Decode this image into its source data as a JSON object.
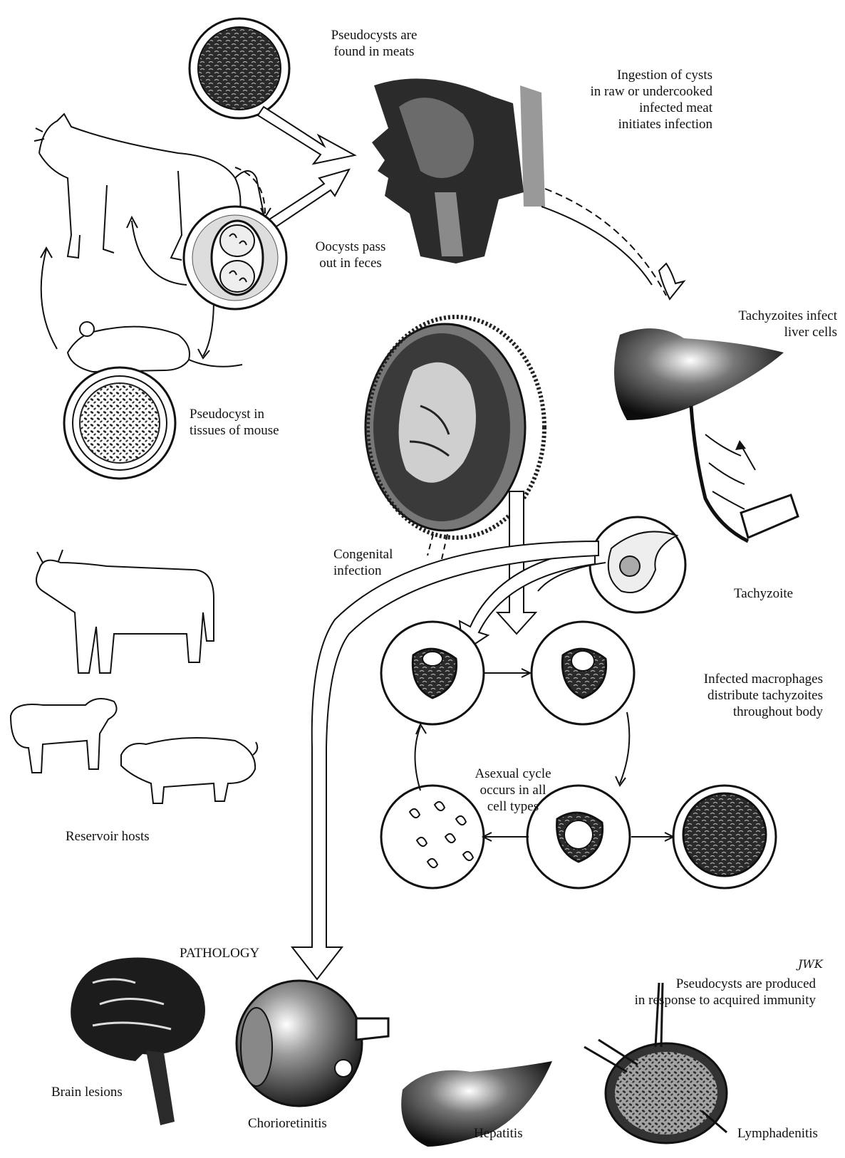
{
  "labels": {
    "pseudocysts_meats": "Pseudocysts are\nfound in meats",
    "ingestion": "Ingestion of cysts\nin raw or undercooked\ninfected meat\ninitiates infection",
    "oocysts": "Oocysts pass\nout in feces",
    "tachyzoites_liver": "Tachyzoites infect\nliver cells",
    "pseudocyst_mouse": "Pseudocyst in\ntissues of mouse",
    "congenital": "Congenital\ninfection",
    "tachyzoite": "Tachyzoite",
    "macrophages": "Infected macrophages\ndistribute tachyzoites\nthroughout body",
    "asexual": "Asexual cycle\noccurs in all\ncell types",
    "reservoir": "Reservoir hosts",
    "pathology": "PATHOLOGY",
    "artist": "JWK",
    "pseudocysts_immunity": "Pseudocysts are produced\nin response to acquired immunity",
    "brain": "Brain lesions",
    "chorio": "Chorioretinitis",
    "hepatitis": "Hepatitis",
    "lymph": "Lymphadenitis"
  },
  "colors": {
    "ink": "#111111",
    "shade": "#3a3a3a",
    "paper": "#ffffff"
  }
}
